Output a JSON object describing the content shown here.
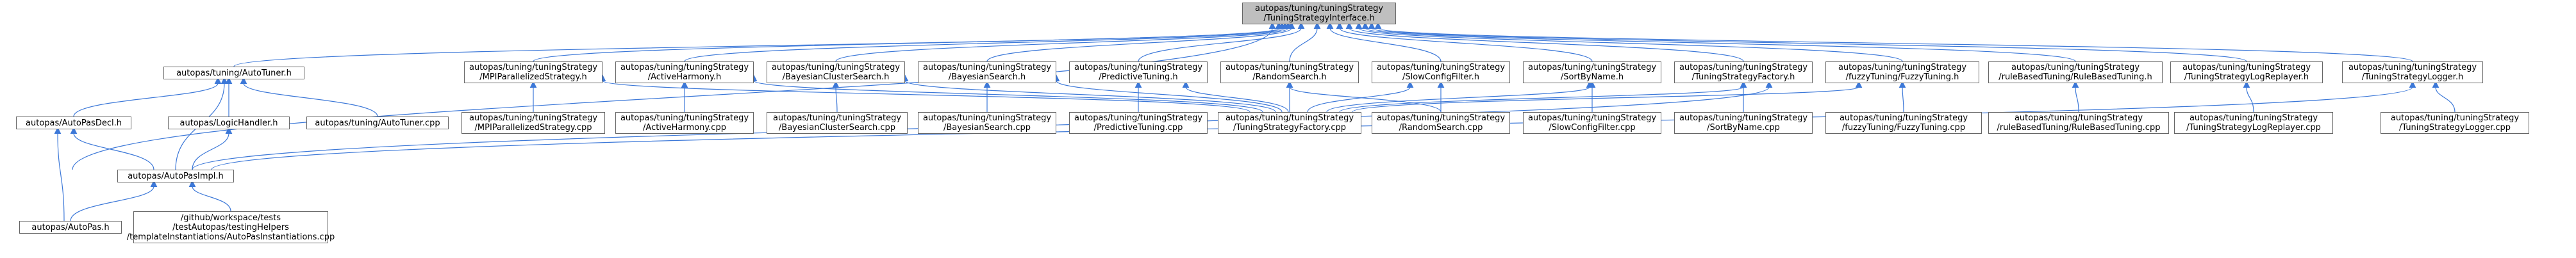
{
  "root": {
    "line1": "autopas/tuning/tuningStrategy",
    "line2": "/TuningStrategyInterface.h"
  },
  "row1": {
    "autotuner_h": "autopas/tuning/AutoTuner.h",
    "mpi_h": [
      "autopas/tuning/tuningStrategy",
      "/MPIParallelizedStrategy.h"
    ],
    "activeharmony_h": [
      "autopas/tuning/tuningStrategy",
      "/ActiveHarmony.h"
    ],
    "bayesiancluster_h": [
      "autopas/tuning/tuningStrategy",
      "/BayesianClusterSearch.h"
    ],
    "bayesiansearch_h": [
      "autopas/tuning/tuningStrategy",
      "/BayesianSearch.h"
    ],
    "predictive_h": [
      "autopas/tuning/tuningStrategy",
      "/PredictiveTuning.h"
    ],
    "randomsearch_h": [
      "autopas/tuning/tuningStrategy",
      "/RandomSearch.h"
    ],
    "slowconfig_h": [
      "autopas/tuning/tuningStrategy",
      "/SlowConfigFilter.h"
    ],
    "sortbyname_h": [
      "autopas/tuning/tuningStrategy",
      "/SortByName.h"
    ],
    "factory_h": [
      "autopas/tuning/tuningStrategy",
      "/TuningStrategyFactory.h"
    ],
    "fuzzy_h": [
      "autopas/tuning/tuningStrategy",
      "/fuzzyTuning/FuzzyTuning.h"
    ],
    "rulebased_h": [
      "autopas/tuning/tuningStrategy",
      "/ruleBasedTuning/RuleBasedTuning.h"
    ],
    "logreplayer_h": [
      "autopas/tuning/tuningStrategy",
      "/TuningStrategyLogReplayer.h"
    ],
    "logger_h": [
      "autopas/tuning/tuningStrategy",
      "/TuningStrategyLogger.h"
    ]
  },
  "row2": {
    "autopasdecl_h": "autopas/AutoPasDecl.h",
    "logichandler_h": "autopas/LogicHandler.h",
    "autotuner_cpp": "autopas/tuning/AutoTuner.cpp",
    "mpi_cpp": [
      "autopas/tuning/tuningStrategy",
      "/MPIParallelizedStrategy.cpp"
    ],
    "activeharmony_cpp": [
      "autopas/tuning/tuningStrategy",
      "/ActiveHarmony.cpp"
    ],
    "bayesiancluster_cpp": [
      "autopas/tuning/tuningStrategy",
      "/BayesianClusterSearch.cpp"
    ],
    "bayesiansearch_cpp": [
      "autopas/tuning/tuningStrategy",
      "/BayesianSearch.cpp"
    ],
    "predictive_cpp": [
      "autopas/tuning/tuningStrategy",
      "/PredictiveTuning.cpp"
    ],
    "factory_cpp": [
      "autopas/tuning/tuningStrategy",
      "/TuningStrategyFactory.cpp"
    ],
    "randomsearch_cpp": [
      "autopas/tuning/tuningStrategy",
      "/RandomSearch.cpp"
    ],
    "slowconfig_cpp": [
      "autopas/tuning/tuningStrategy",
      "/SlowConfigFilter.cpp"
    ],
    "sortbyname_cpp": [
      "autopas/tuning/tuningStrategy",
      "/SortByName.cpp"
    ],
    "fuzzy_cpp": [
      "autopas/tuning/tuningStrategy",
      "/fuzzyTuning/FuzzyTuning.cpp"
    ],
    "rulebased_cpp": [
      "autopas/tuning/tuningStrategy",
      "/ruleBasedTuning/RuleBasedTuning.cpp"
    ],
    "logreplayer_cpp": [
      "autopas/tuning/tuningStrategy",
      "/TuningStrategyLogReplayer.cpp"
    ],
    "logger_cpp": [
      "autopas/tuning/tuningStrategy",
      "/TuningStrategyLogger.cpp"
    ]
  },
  "row3": {
    "autopasimpl_h": "autopas/AutoPasImpl.h"
  },
  "row4": {
    "autopas_h": "autopas/AutoPas.h",
    "templateinst_cpp": [
      "/github/workspace/tests",
      "/testAutopas/testingHelpers",
      "/templateInstantiations/AutoPasInstantiations.cpp"
    ]
  },
  "colors": {
    "edge": "#63b8ff",
    "edge_dark": "#3c78d8",
    "root_fill": "#bfbfbf",
    "node_border": "#666666"
  }
}
